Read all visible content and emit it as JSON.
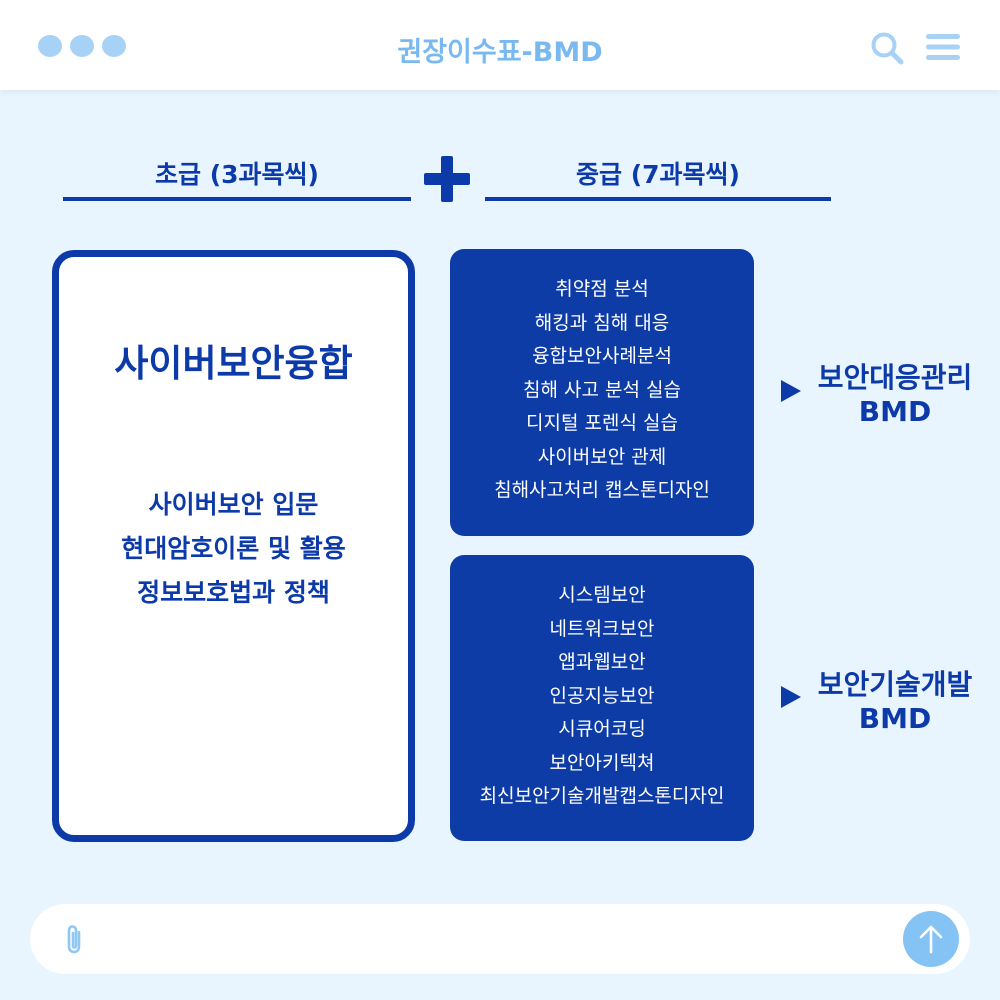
{
  "app": {
    "title": "권장이수표-BMD"
  },
  "header_icons": {
    "search": "search-icon",
    "menu": "menu-icon"
  },
  "columns": {
    "basic": {
      "heading": "초급 (3과목씩)"
    },
    "mid": {
      "heading": "중급 (7과목씩)"
    }
  },
  "basic_card": {
    "title": "사이버보안융합",
    "courses": [
      "사이버보안 입문",
      "현대암호이론 및 활용",
      "정보보호법과 정책"
    ]
  },
  "tracks": [
    {
      "courses": [
        "취약점 분석",
        "해킹과 침해 대응",
        "융합보안사례분석",
        "침해 사고 분석 실습",
        "디지털 포렌식 실습",
        "사이버보안 관제",
        "침해사고처리 캡스톤디자인"
      ],
      "degree_line1": "보안대응관리",
      "degree_line2": "BMD"
    },
    {
      "courses": [
        "시스템보안",
        "네트워크보안",
        "앱과웹보안",
        "인공지능보안",
        "시큐어코딩",
        "보안아키텍쳐",
        "최신보안기술개발캡스톤디자인"
      ],
      "degree_line1": "보안기술개발",
      "degree_line2": "BMD"
    }
  ],
  "input_bar": {
    "attach_icon": "paperclip-icon",
    "send_icon": "arrow-up-icon"
  },
  "colors": {
    "primary": "#0c3aa8",
    "background": "#e8f4fe",
    "accent_light": "#a7d2f6",
    "send": "#86c3f5"
  }
}
